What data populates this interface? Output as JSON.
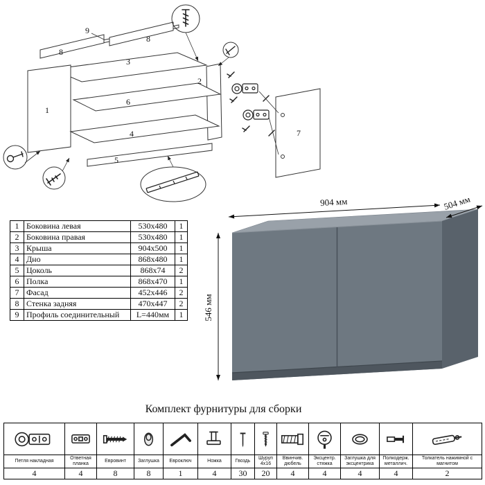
{
  "diagram": {
    "part_labels": [
      "9",
      "8",
      "8",
      "3",
      "2",
      "1",
      "6",
      "4",
      "5",
      "7"
    ]
  },
  "parts_table": {
    "rows": [
      {
        "num": "1",
        "name": "Боковина левая",
        "size": "530x480",
        "qty": "1"
      },
      {
        "num": "2",
        "name": "Боковина правая",
        "size": "530x480",
        "qty": "1"
      },
      {
        "num": "3",
        "name": "Крыша",
        "size": "904x500",
        "qty": "1"
      },
      {
        "num": "4",
        "name": "Дно",
        "size": "868x480",
        "qty": "1"
      },
      {
        "num": "5",
        "name": "Цоколь",
        "size": "868x74",
        "qty": "2"
      },
      {
        "num": "6",
        "name": "Полка",
        "size": "868x470",
        "qty": "1"
      },
      {
        "num": "7",
        "name": "Фасад",
        "size": "452x446",
        "qty": "2"
      },
      {
        "num": "8",
        "name": "Стенка задняя",
        "size": "470x447",
        "qty": "2"
      },
      {
        "num": "9",
        "name": "Профиль соединительный",
        "size": "L=440мм",
        "qty": "1"
      }
    ]
  },
  "cabinet": {
    "width_label": "904 мм",
    "depth_label": "504 мм",
    "height_label": "546 мм",
    "colors": {
      "top": "#99a1a9",
      "front": "#6e7881",
      "side": "#59626b",
      "plinth": "#4e565e"
    }
  },
  "hardware": {
    "title": "Комплект фурнитуры для сборки",
    "items": [
      {
        "name": "Петля накладная",
        "qty": "4"
      },
      {
        "name": "Ответная планка",
        "qty": "4"
      },
      {
        "name": "Евровинт",
        "qty": "8"
      },
      {
        "name": "Заглушка",
        "qty": "8"
      },
      {
        "name": "Евроключ",
        "qty": "1"
      },
      {
        "name": "Ножка",
        "qty": "4"
      },
      {
        "name": "Гвоздь",
        "qty": "30"
      },
      {
        "name": "Шуруп 4x16",
        "qty": "20"
      },
      {
        "name": "Ввинчив. дюбель",
        "qty": "4"
      },
      {
        "name": "Эксцентр. стяжка",
        "qty": "4"
      },
      {
        "name": "Заглушка для эксцентрика",
        "qty": "4"
      },
      {
        "name": "Полкодерж. металлич.",
        "qty": "4"
      },
      {
        "name": "Толкатель нажимной с магнитом",
        "qty": "2"
      }
    ]
  }
}
